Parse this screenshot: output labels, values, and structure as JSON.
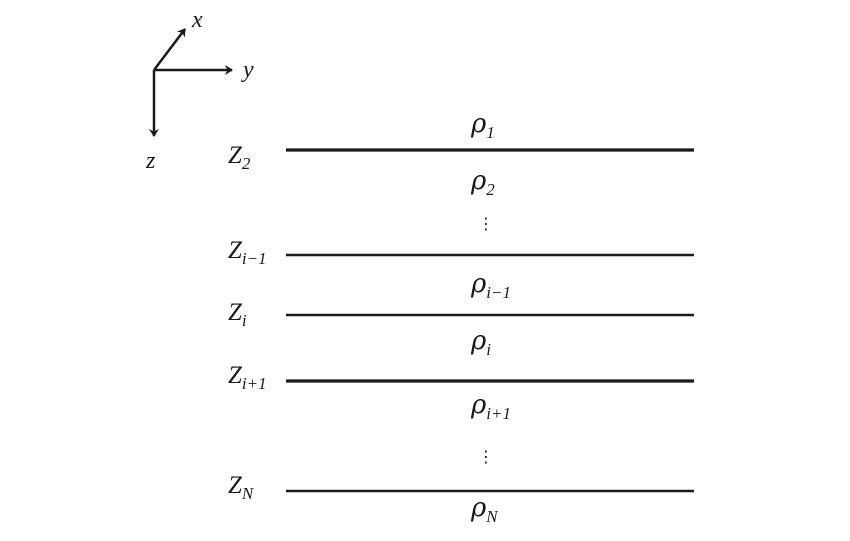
{
  "axes": {
    "x": "x",
    "y": "y",
    "z": "z"
  },
  "interfaces": [
    {
      "label": "Z",
      "sub": "2"
    },
    {
      "label": "Z",
      "sub": "i−1"
    },
    {
      "label": "Z",
      "sub": "i"
    },
    {
      "label": "Z",
      "sub": "i+1"
    },
    {
      "label": "Z",
      "sub": "N"
    }
  ],
  "layers": [
    {
      "symbol": "ρ",
      "sub": "1"
    },
    {
      "symbol": "ρ",
      "sub": "2"
    },
    {
      "symbol": "ρ",
      "sub": "i−1"
    },
    {
      "symbol": "ρ",
      "sub": "i"
    },
    {
      "symbol": "ρ",
      "sub": "i+1"
    },
    {
      "symbol": "ρ",
      "sub": "N"
    }
  ],
  "ellipsis": [
    "⋮",
    "⋮"
  ]
}
